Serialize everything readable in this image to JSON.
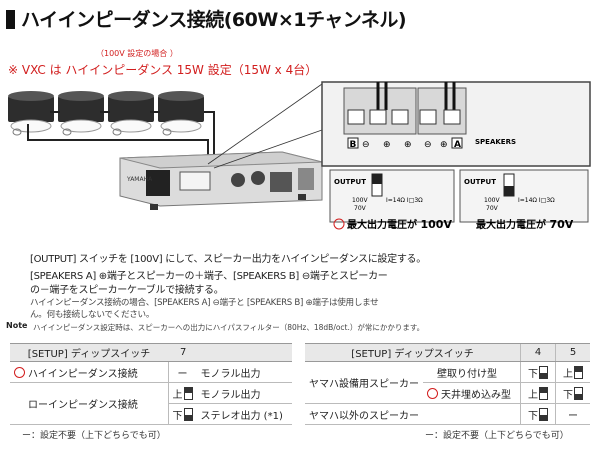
{
  "title": "ハイインピーダンス接続(60W×1チャンネル)",
  "note_100v": "（100V 設定の場合 ）",
  "vxc_note": "※ VXC は ハイインピーダンス 15W 設定（15W x 4台）",
  "diagram": {
    "brand": "YAMAHA",
    "speakers_label": "SPEAKERS",
    "term_b": "B",
    "term_a": "A",
    "polarity": [
      "⊖",
      "⊕",
      "⊕",
      "⊖",
      "⊕"
    ],
    "output_label": "OUTPUT",
    "v100": "100V",
    "v70": "70V",
    "ohm_opts": "Ⅰ=14Ω Ⅰ□3Ω",
    "max_v_prefix": "最大出力電圧が",
    "max_v_100": "100V",
    "max_v_70": "70V"
  },
  "instructions": {
    "line1": "[OUTPUT] スイッチを [100V] にして、スピーカー出力をハイインピーダンスに設定する。",
    "line2": "[SPEAKERS A] ⊕端子とスピーカーの＋端子、[SPEAKERS B] ⊖端子とスピーカー",
    "line3": "の－端子をスピーカーケーブルで接続する。",
    "line4": "ハイインピーダンス接続の場合、[SPEAKERS A] ⊖端子と [SPEAKERS B] ⊕端子は使用しませ",
    "line5": "ん。何も接続しないでください。",
    "note_label": "Note",
    "note_text": "ハイインピーダンス設定時は、スピーカーへの出力にハイパスフィルター（80Hz、18dB/oct.）が常にかかります。"
  },
  "table1": {
    "header_label": "[SETUP] ディップスイッチ",
    "header_num": "7",
    "rows": [
      {
        "label": "ハイインピーダンス接続",
        "sw": "ー",
        "desc": "モノラル出力"
      },
      {
        "label": "ローインピーダンス接続",
        "sw": "上",
        "desc": "モノラル出力"
      },
      {
        "label": "",
        "sw": "下",
        "desc": "ステレオ出力 (*1)"
      }
    ],
    "footnote": "ー：設定不要（上下どちらでも可）"
  },
  "table2": {
    "header_label": "[SETUP] ディップスイッチ",
    "header_num4": "4",
    "header_num5": "5",
    "group_label": "ヤマハ設備用スピーカー",
    "rows": [
      {
        "label": "壁取り付け型",
        "sw4": "下",
        "sw5": "上"
      },
      {
        "label": "天井埋め込み型",
        "sw4": "上",
        "sw5": "下"
      }
    ],
    "other_label": "ヤマハ以外のスピーカー",
    "other_sw4": "下",
    "other_sw5": "ー",
    "footnote": "ー：設定不要（上下どちらでも可）"
  },
  "colors": {
    "accent_red": "#d21e1e",
    "header_gray": "#e8e8e8"
  }
}
